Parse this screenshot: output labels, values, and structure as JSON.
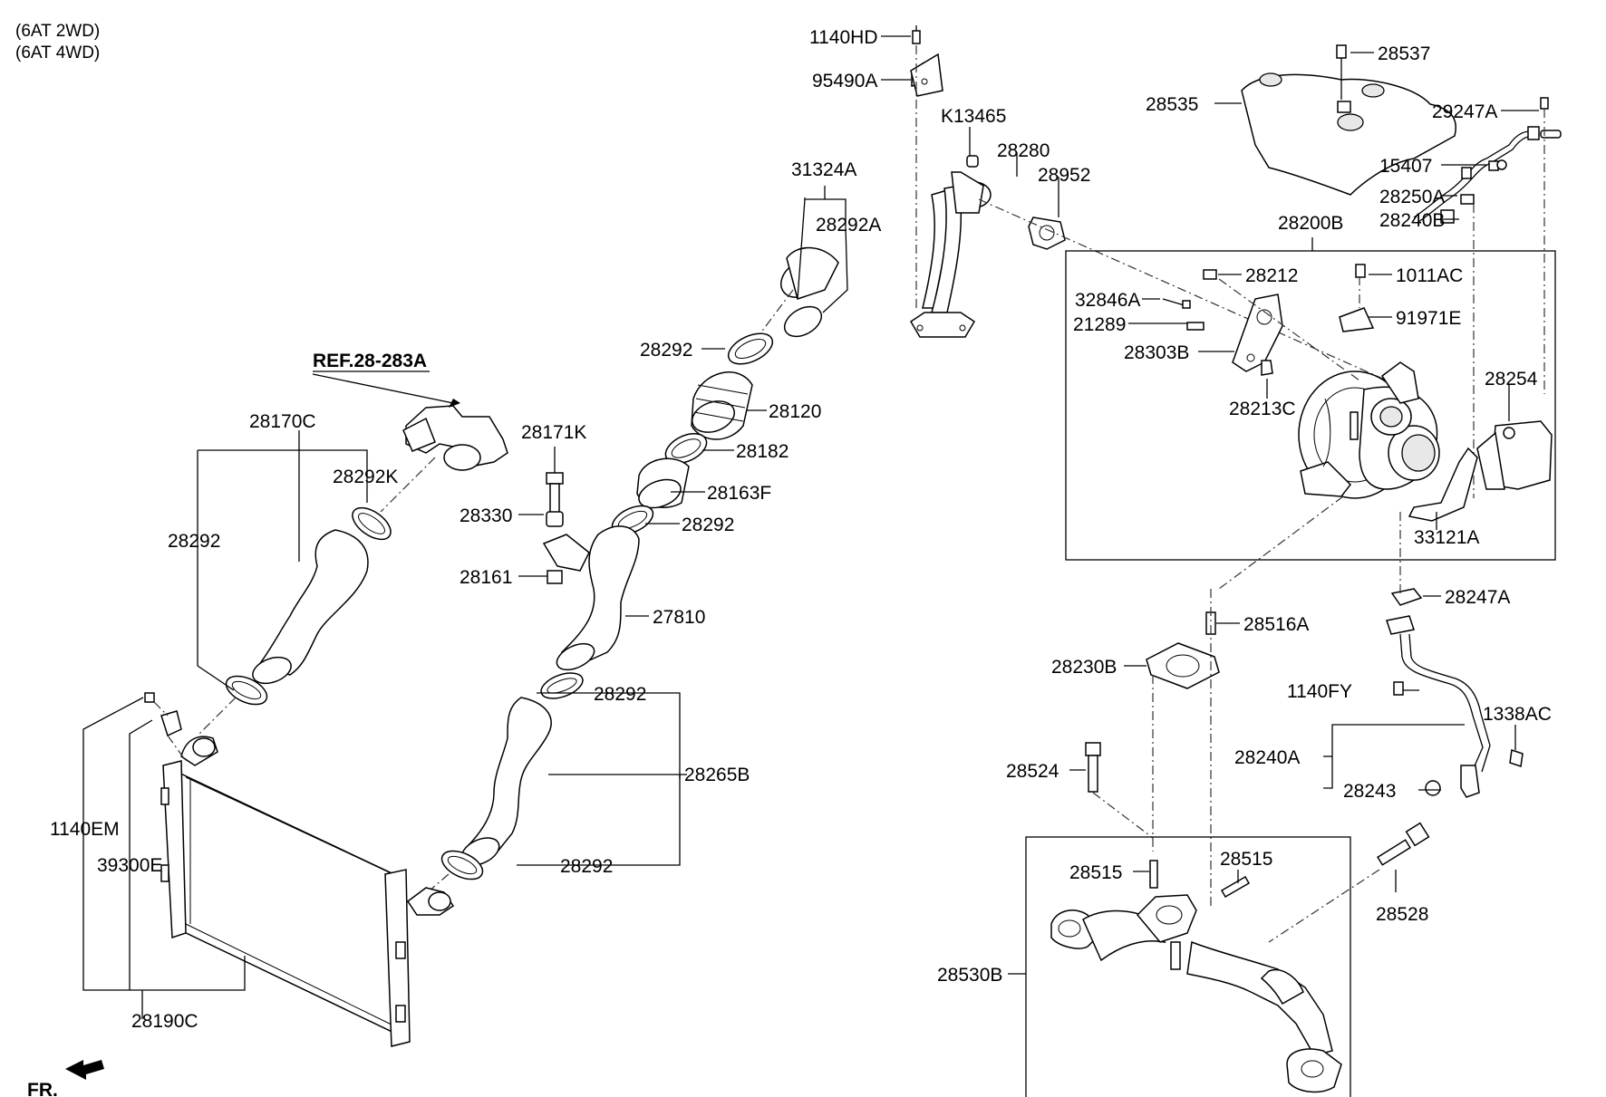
{
  "header": {
    "line1": "(6AT 2WD)",
    "line2": "(6AT 4WD)"
  },
  "ref_label": "REF.28-283A",
  "front_label": "FR.",
  "labels": {
    "l_1140HD": "1140HD",
    "l_95490A": "95490A",
    "l_K13465": "K13465",
    "l_28280": "28280",
    "l_28952": "28952",
    "l_28537": "28537",
    "l_28535": "28535",
    "l_29247A": "29247A",
    "l_15407": "15407",
    "l_28250A": "28250A",
    "l_28240B": "28240B",
    "l_28200B": "28200B",
    "l_28212": "28212",
    "l_1011AC": "1011AC",
    "l_32846A": "32846A",
    "l_21289": "21289",
    "l_91971E": "91971E",
    "l_28303B": "28303B",
    "l_28213C": "28213C",
    "l_28254": "28254",
    "l_33121A": "33121A",
    "l_28247A": "28247A",
    "l_28516A": "28516A",
    "l_28230B": "28230B",
    "l_1140FY": "1140FY",
    "l_1338AC": "1338AC",
    "l_28240A": "28240A",
    "l_28243": "28243",
    "l_28524": "28524",
    "l_28515a": "28515",
    "l_28515b": "28515",
    "l_28528": "28528",
    "l_28530B": "28530B",
    "l_31324A": "31324A",
    "l_28292A": "28292A",
    "l_28292_1": "28292",
    "l_28120": "28120",
    "l_28182": "28182",
    "l_28163F": "28163F",
    "l_28292_2": "28292",
    "l_27810": "27810",
    "l_28171K": "28171K",
    "l_28330": "28330",
    "l_28161": "28161",
    "l_28170C": "28170C",
    "l_28292K": "28292K",
    "l_28292_3": "28292",
    "l_28292_4": "28292",
    "l_28265B": "28265B",
    "l_28292_5": "28292",
    "l_1140EM": "1140EM",
    "l_39300E": "39300E",
    "l_28190C": "28190C"
  }
}
